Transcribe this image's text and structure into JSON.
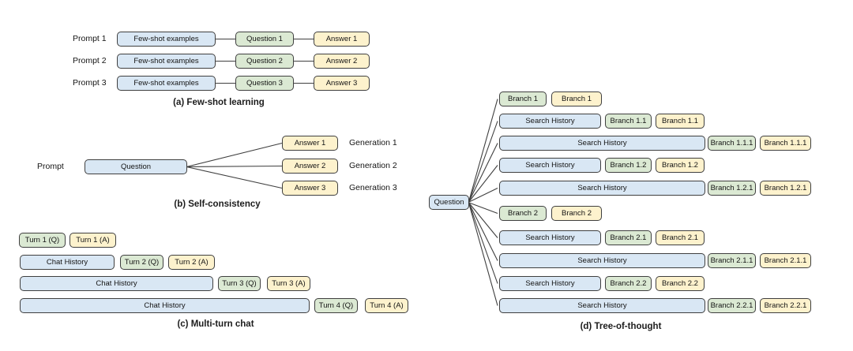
{
  "figure": {
    "background": "#ffffff",
    "colors": {
      "history_fill": "#d9e7f4",
      "question_fill": "#dbe9d3",
      "answer_fill": "#fdf2cd",
      "border": "#3f3f3f",
      "connector": "#3f3f3f",
      "text": "#141414"
    }
  },
  "panel_a": {
    "caption": "(a) Few-shot learning",
    "rows": [
      {
        "label": "Prompt 1",
        "examples": "Few-shot examples",
        "question": "Question 1",
        "answer": "Answer 1"
      },
      {
        "label": "Prompt 2",
        "examples": "Few-shot examples",
        "question": "Question 2",
        "answer": "Answer 2"
      },
      {
        "label": "Prompt 3",
        "examples": "Few-shot examples",
        "question": "Question 3",
        "answer": "Answer 3"
      }
    ]
  },
  "panel_b": {
    "caption": "(b) Self-consistency",
    "prompt_label": "Prompt",
    "question": "Question",
    "generations": [
      {
        "answer": "Answer 1",
        "label": "Generation 1"
      },
      {
        "answer": "Answer 2",
        "label": "Generation 2"
      },
      {
        "answer": "Answer 3",
        "label": "Generation 3"
      }
    ]
  },
  "panel_c": {
    "caption": "(c) Multi-turn chat",
    "rows": [
      {
        "question": "Turn 1 (Q)",
        "answer": "Turn 1 (A)"
      },
      {
        "history": "Chat History",
        "question": "Turn 2 (Q)",
        "answer": "Turn 2 (A)"
      },
      {
        "history": "Chat History",
        "question": "Turn 3 (Q)",
        "answer": "Turn 3 (A)"
      },
      {
        "history": "Chat History",
        "question": "Turn 4 (Q)",
        "answer": "Turn 4 (A)"
      }
    ]
  },
  "panel_d": {
    "caption": "(d) Tree-of-thought",
    "question": "Question",
    "rows": [
      {
        "branch_q": "Branch 1",
        "branch_a": "Branch 1"
      },
      {
        "history": "Search History",
        "branch_q": "Branch 1.1",
        "branch_a": "Branch 1.1"
      },
      {
        "history": "Search History",
        "branch_q": "Branch 1.1.1",
        "branch_a": "Branch 1.1.1"
      },
      {
        "history": "Search History",
        "branch_q": "Branch 1.2",
        "branch_a": "Branch 1.2"
      },
      {
        "history": "Search History",
        "branch_q": "Branch 1.2.1",
        "branch_a": "Branch 1.2.1"
      },
      {
        "branch_q": "Branch 2",
        "branch_a": "Branch 2"
      },
      {
        "history": "Search History",
        "branch_q": "Branch 2.1",
        "branch_a": "Branch 2.1"
      },
      {
        "history": "Search History",
        "branch_q": "Branch 2.1.1",
        "branch_a": "Branch 2.1.1"
      },
      {
        "history": "Search History",
        "branch_q": "Branch 2.2",
        "branch_a": "Branch 2.2"
      },
      {
        "history": "Search History",
        "branch_q": "Branch 2.2.1",
        "branch_a": "Branch 2.2.1"
      }
    ]
  }
}
